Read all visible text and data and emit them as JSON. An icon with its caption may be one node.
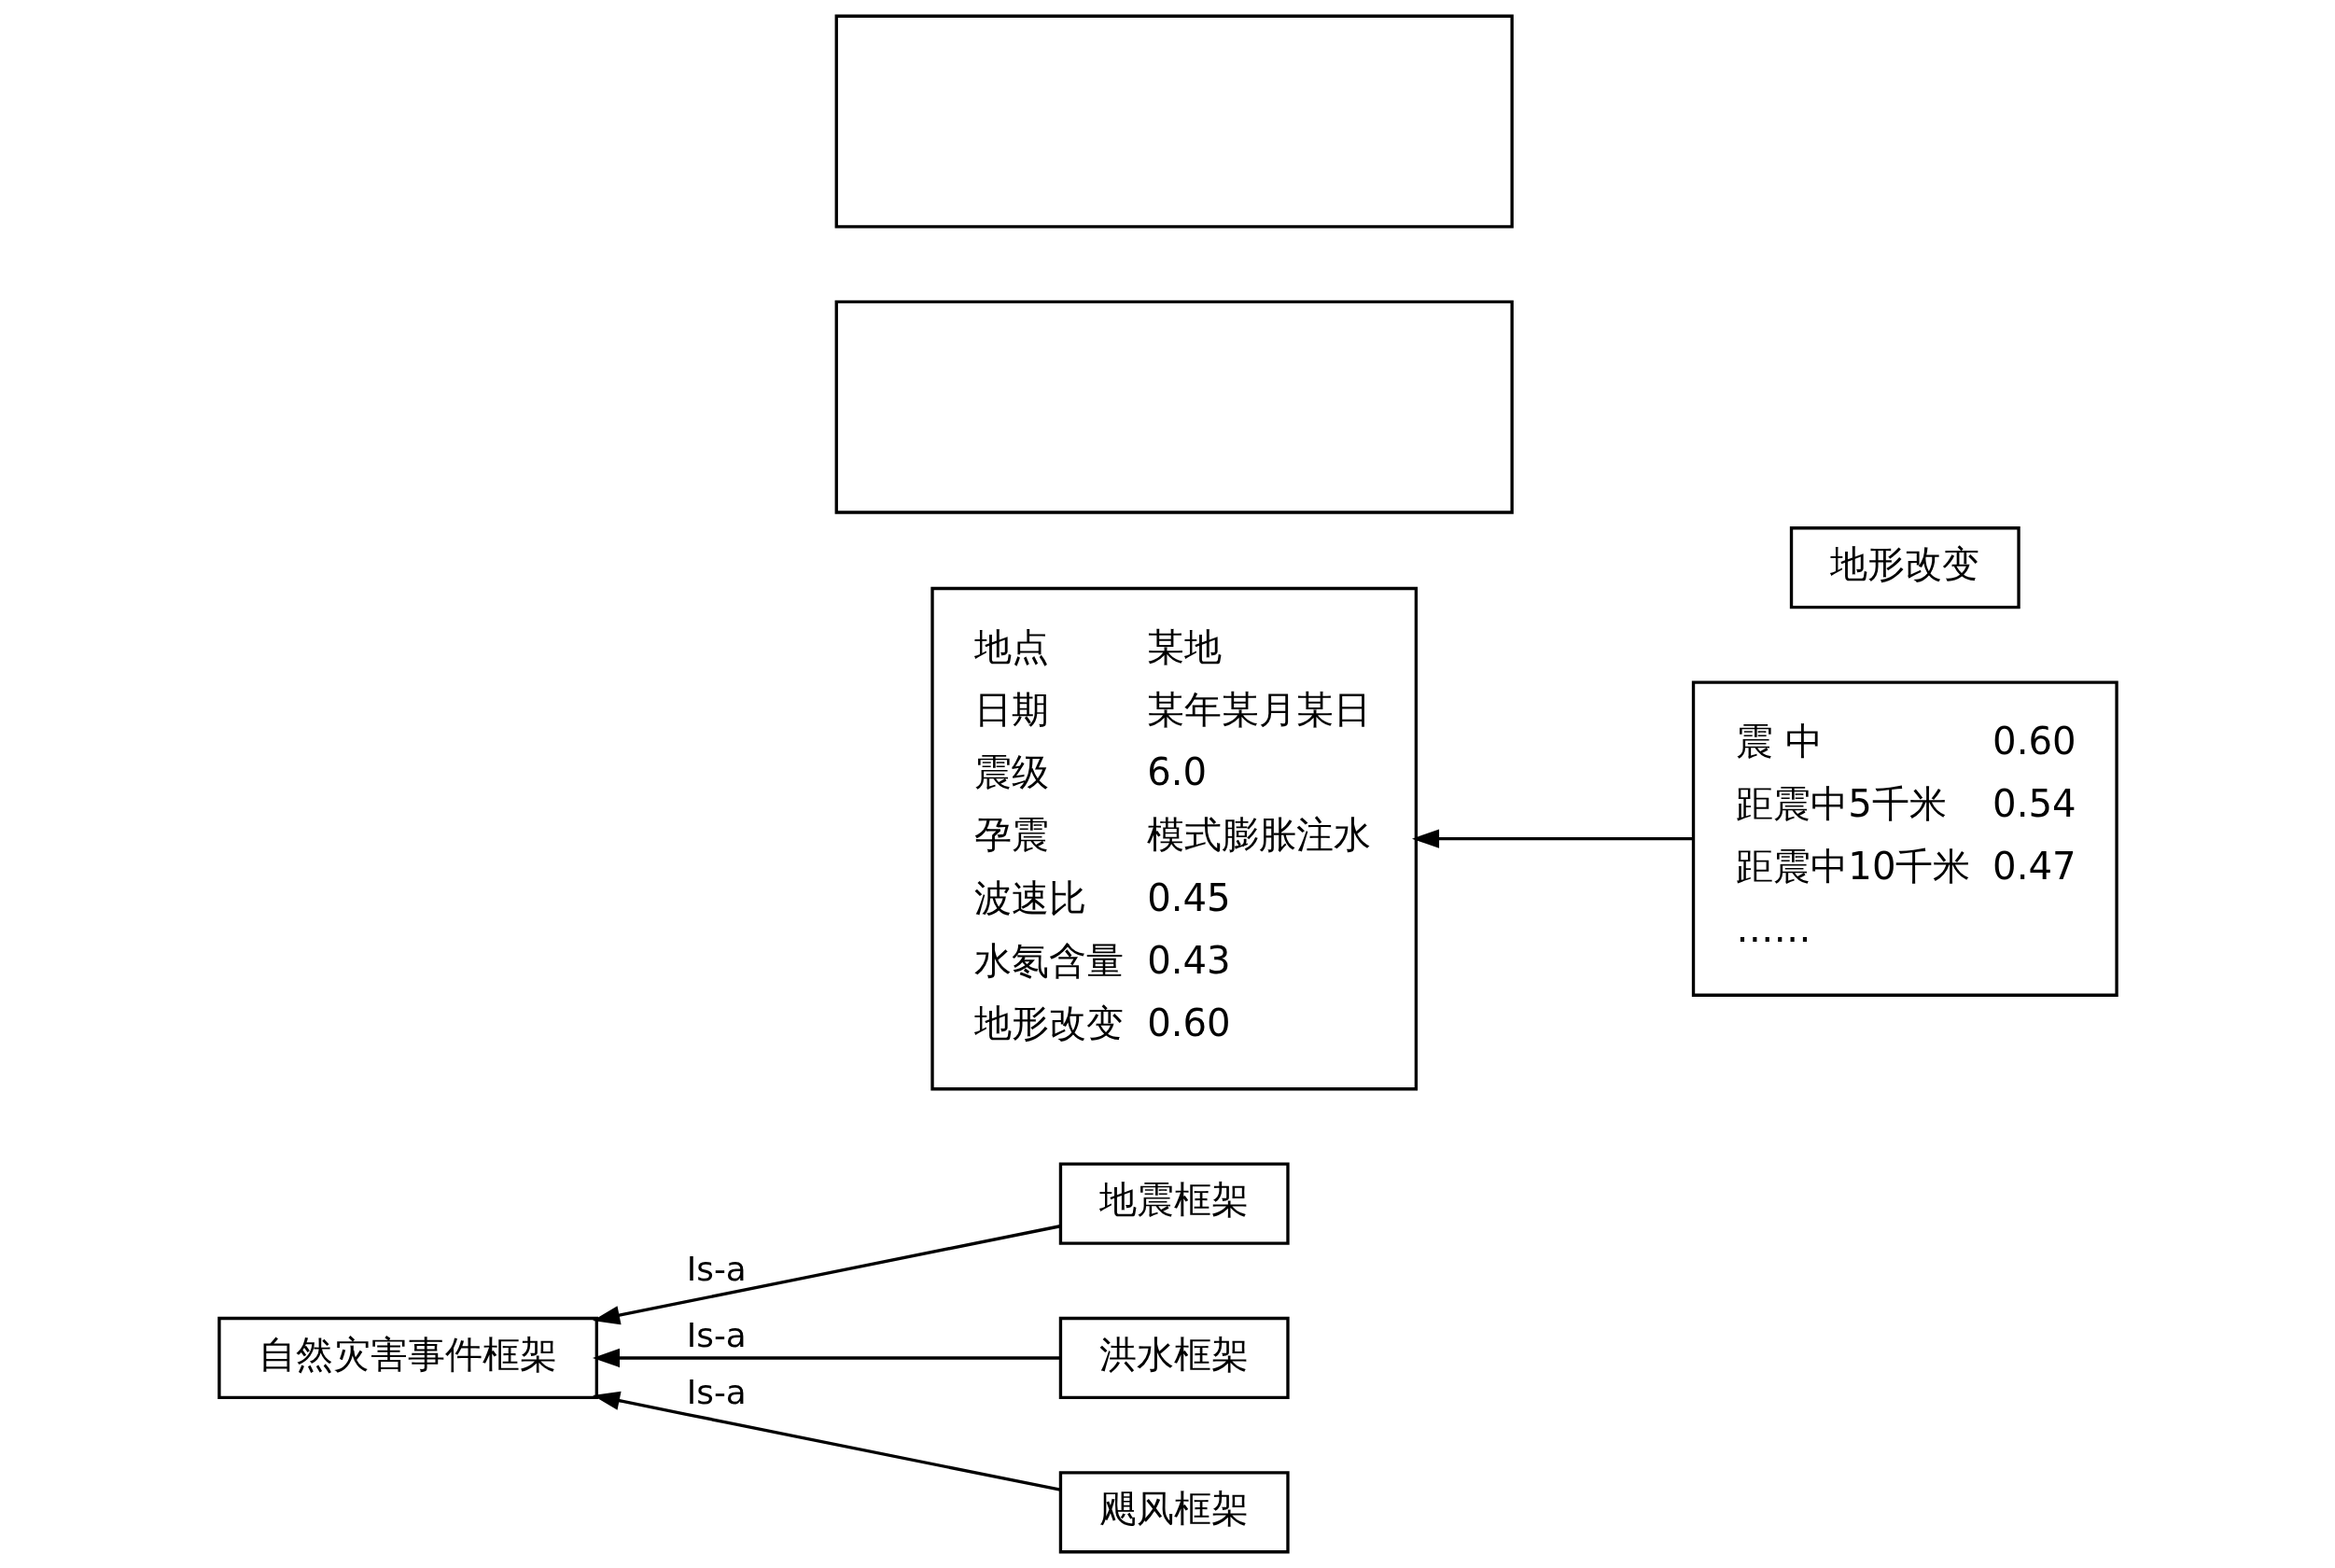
{
  "diagram": {
    "nodes": [
      {
        "text": [
          "自然灾害事件框架"
        ]
      },
      {
        "text": [
          "地震框架"
        ]
      },
      {
        "text": [
          "地点",
          "某地",
          "日期",
          "某年某月某日",
          "震级",
          "6.0",
          "孕震",
          "模式膨胀注水",
          "波速比",
          "0.45",
          "水氡含量",
          "0.43",
          "地形改变",
          "0.60"
        ]
      },
      {
        "text": [
          "洪水框架"
        ]
      },
      {
        "text": [],
        "shape": "box"
      },
      {
        "text": [
          "飓风框架"
        ]
      },
      {
        "text": [],
        "shape": "box"
      },
      {
        "text": [
          "地形改变"
        ]
      },
      {
        "text": [
          "震 中",
          "0.60",
          "距震中5千米",
          "0.54",
          "距震中10千米",
          "0.47",
          "……"
        ]
      }
    ],
    "edges": [
      {
        "from": 1,
        "to": 0,
        "arrow": "to",
        "label": "Is-a"
      },
      {
        "from": 3,
        "to": 0,
        "arrow": "to",
        "label": "Is-a"
      },
      {
        "from": 5,
        "to": 0,
        "arrow": "to",
        "label": "Is-a"
      },
      {
        "from": 8,
        "to": 2,
        "arrow": "to"
      }
    ]
  }
}
